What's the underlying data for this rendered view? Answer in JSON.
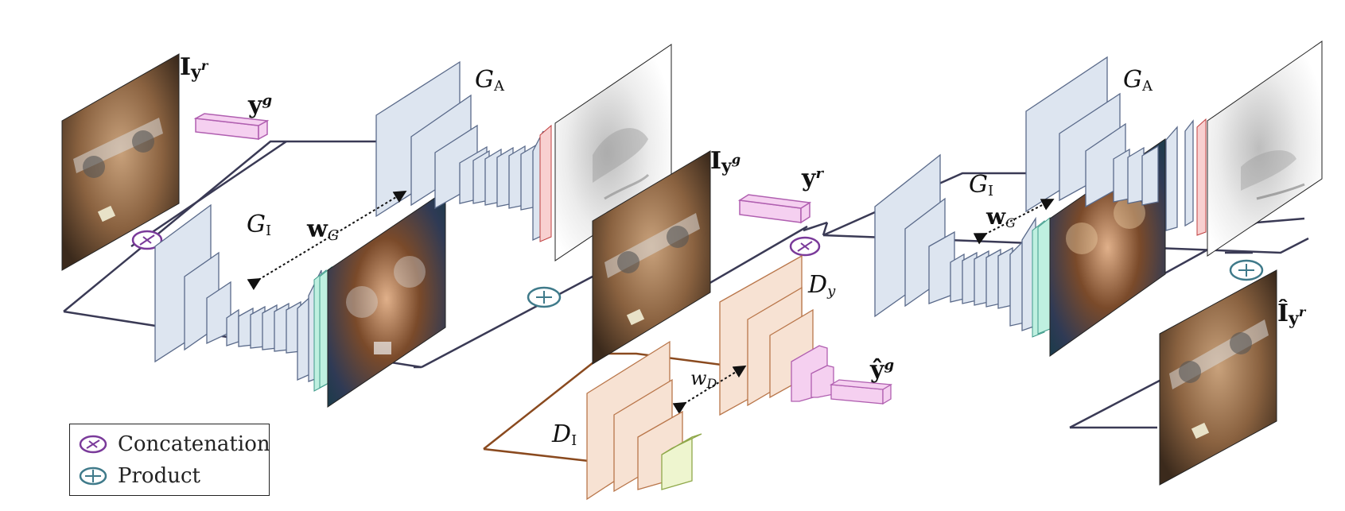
{
  "labels": {
    "gen_identity": "G",
    "gen_identity_sub": "I",
    "gen_attention": "G",
    "gen_attention_sub": "A",
    "gen_identity_2": "G",
    "gen_identity_2_sub": "I",
    "gen_attention_2": "G",
    "gen_attention_2_sub": "A",
    "disc_identity": "D",
    "disc_identity_sub": "I",
    "disc_y": "D",
    "disc_y_sub": "y",
    "weights_g": "w",
    "weights_g_sub": "G",
    "weights_g_2": "w",
    "weights_g_2_sub": "G",
    "weights_d": "w",
    "weights_d_sub": "D",
    "input_image": "I",
    "input_image_sup": "y",
    "input_image_supsup": "r",
    "gen_image": "I",
    "gen_image_sup": "y",
    "gen_image_supsup": "g",
    "rec_image": "Î",
    "rec_image_sup": "y",
    "rec_image_supsup": "r",
    "cond_target": "y",
    "cond_target_sup": "g",
    "cond_source": "y",
    "cond_source_sup": "r",
    "pred_cond": "ŷ",
    "pred_cond_sup": "g"
  },
  "legend": {
    "concatenation": "Concatenation",
    "product": "Product"
  },
  "colors": {
    "generator_block": "#dde5f0",
    "generator_edge": "#5a6a8a",
    "discriminator_block": "#f7e2d3",
    "discriminator_edge": "#b9764a",
    "condition_vector": "#f5d0f0",
    "condition_edge": "#b05fb0",
    "output_block": "#eef5cf",
    "output_edge": "#8fa84a",
    "plane_gen": "#3a3a55",
    "plane_disc": "#8a4a1f",
    "concat_symbol": "#7a3a9a",
    "product_symbol": "#3f7a8a"
  }
}
